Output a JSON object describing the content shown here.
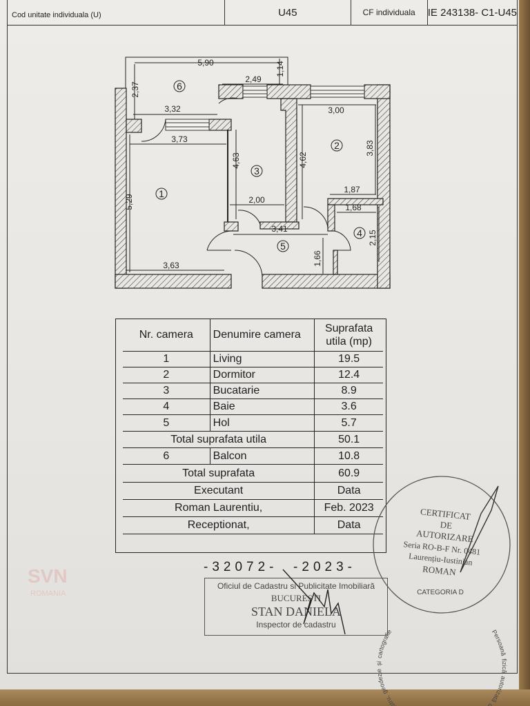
{
  "header": {
    "label_cod": "Cod unitate individuala (U)",
    "cod_value": "U45",
    "label_cf": "CF individuala",
    "cf_value": "IE 243138- C1-U45"
  },
  "plan": {
    "rooms": [
      "1",
      "2",
      "3",
      "4",
      "5",
      "6"
    ],
    "dimensions": {
      "balcony_width": "5,90",
      "balcony_offset": "1,14",
      "balcony_depth": "2,37",
      "window_kitchen": "2,49",
      "living_window": "3,32",
      "living_width_top": "3,73",
      "living_height": "5,29",
      "living_width_bottom": "3,63",
      "kitchen_height": "4,63",
      "kitchen_width": "2,00",
      "bedroom_height": "4,62",
      "bedroom_width": "3,00",
      "bedroom_side": "3,83",
      "bedroom_bottom": "1,87",
      "bath_width": "1,68",
      "bath_height": "2,15",
      "hall_width": "3,41",
      "hall_height": "1,66"
    }
  },
  "table": {
    "headers": [
      "Nr. camera",
      "Denumire camera",
      "Suprafata",
      "utila (mp)"
    ],
    "rooms": [
      {
        "nr": "1",
        "name": "Living",
        "area": "19.5"
      },
      {
        "nr": "2",
        "name": "Dormitor",
        "area": "12.4"
      },
      {
        "nr": "3",
        "name": "Bucatarie",
        "area": "8.9"
      },
      {
        "nr": "4",
        "name": "Baie",
        "area": "3.6"
      },
      {
        "nr": "5",
        "name": "Hol",
        "area": "5.7"
      }
    ],
    "total_utila_label": "Total suprafata utila",
    "total_utila": "50.1",
    "balcon": {
      "nr": "6",
      "name": "Balcon",
      "area": "10.8"
    },
    "total_label": "Total suprafata",
    "total": "60.9",
    "executant_label": "Executant",
    "data_label": "Data",
    "executant": "Roman Laurentiu,",
    "executant_date": "Feb. 2023",
    "receptionat_label": "Receptionat,",
    "receptionat_data_label": "Data"
  },
  "watermark": {
    "brand": "SVN",
    "sub": "ROMANIA"
  },
  "registration": "-32072-  -2023-",
  "ocpi_stamp": {
    "line1": "Oficiul de Cadastru si Publicitate Imobiliară",
    "line2": "BUCUREȘTI",
    "line3": "STAN DANIELA",
    "line4": "Inspector de cadastru"
  },
  "round_stamp": {
    "ring": "Persoană fizică autorizată de ANCPI să execute lucrări de cadastru, geodezie și cartografie",
    "line1": "CERTIFICAT",
    "line2": "DE",
    "line3": "AUTORIZARE",
    "line4": "Seria RO-B-F Nr. 0481",
    "line5": "Laurențiu-Iustinian",
    "line6": "ROMAN",
    "bottom": "CATEGORIA D"
  }
}
